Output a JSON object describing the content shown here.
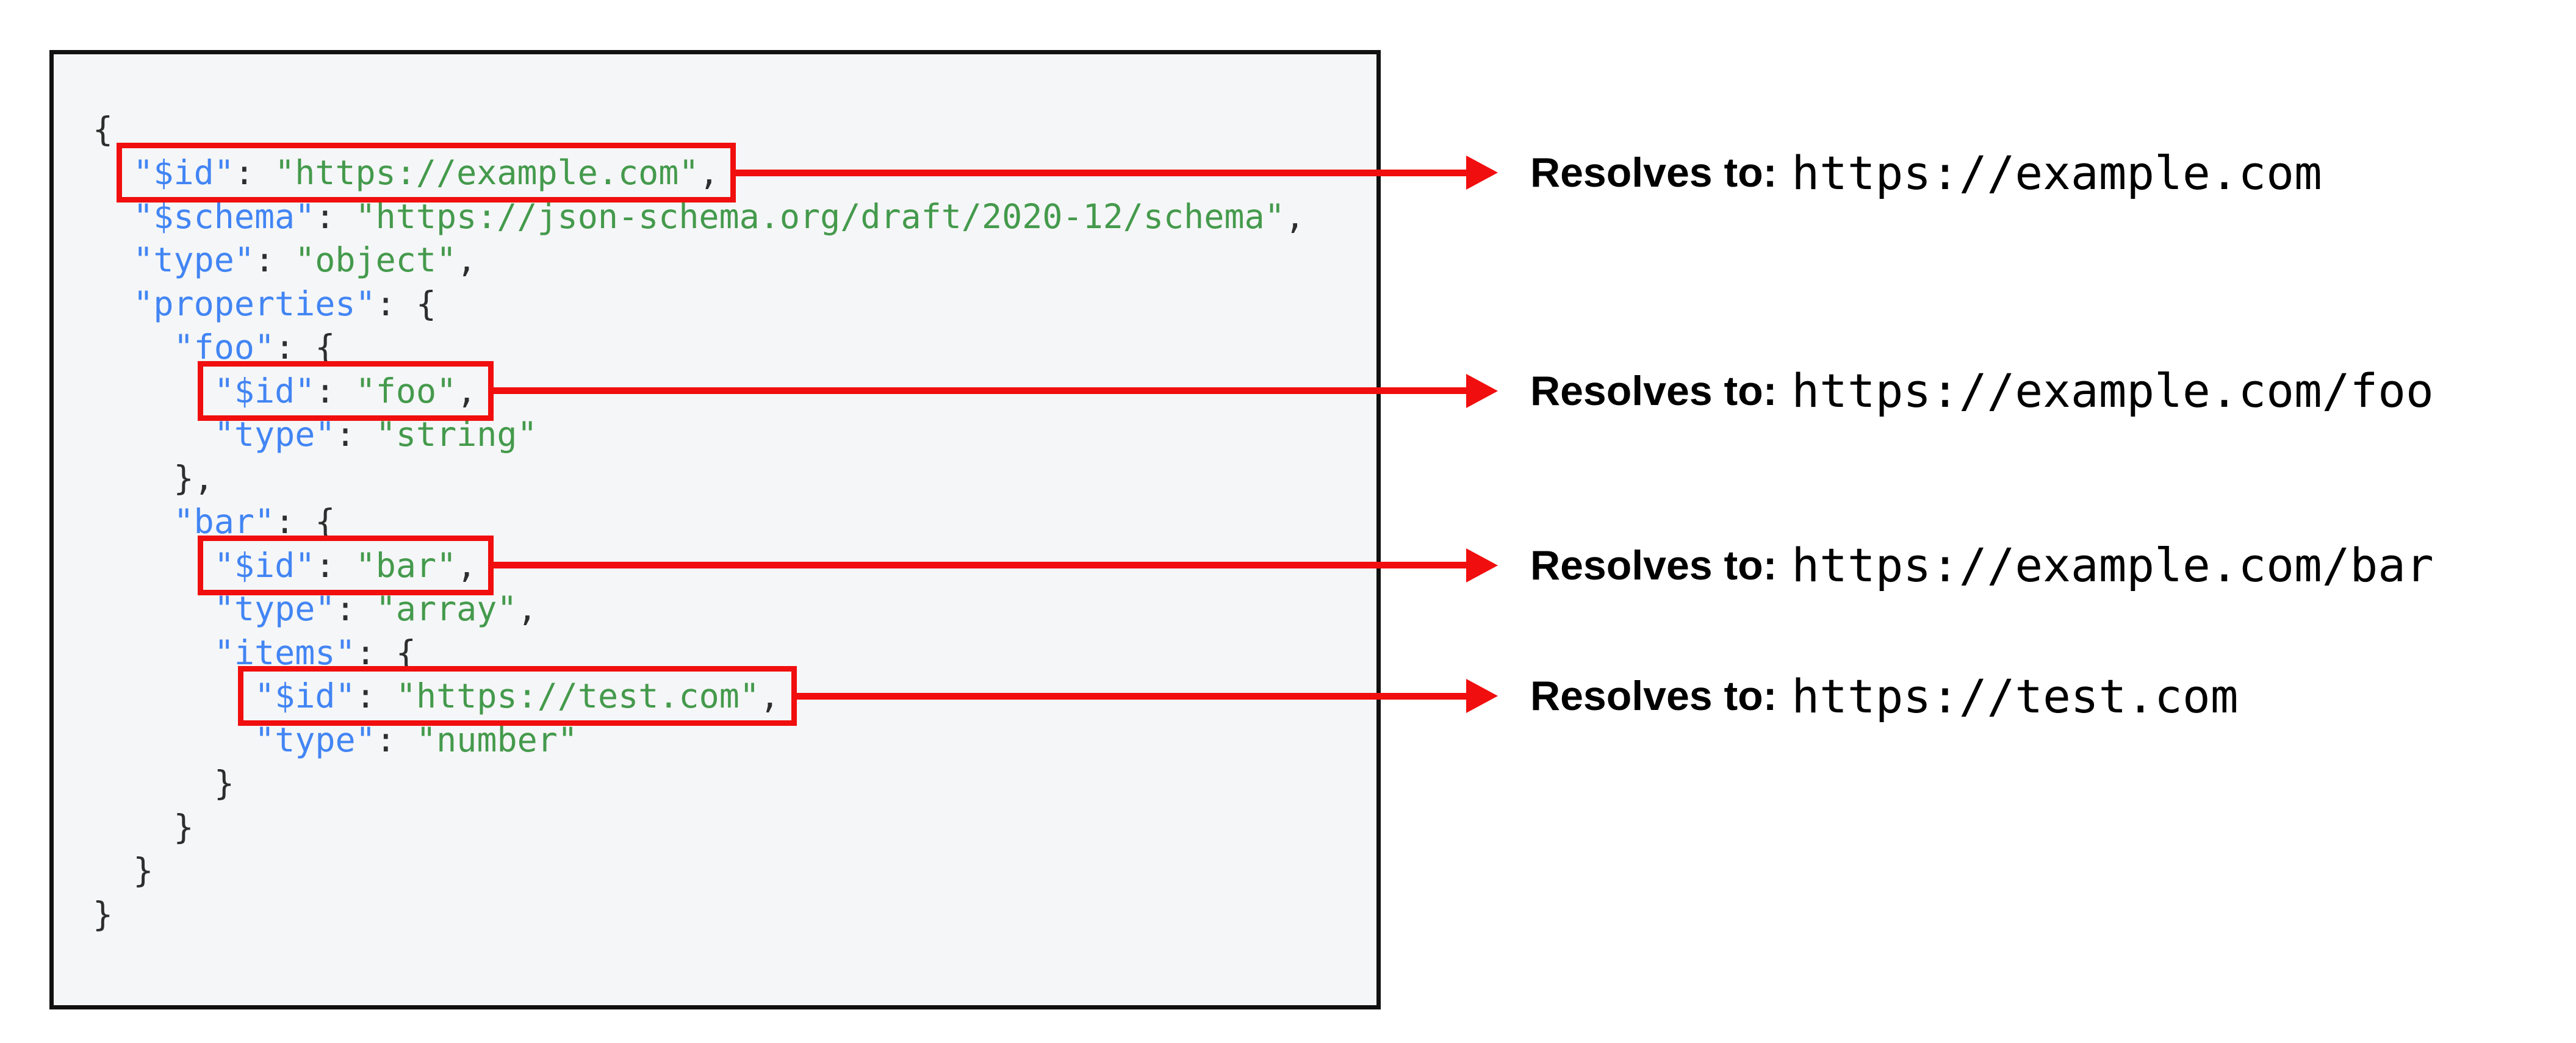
{
  "page": {
    "background": "#ffffff",
    "description_label": "JSON Schema $id resolution diagram"
  },
  "colors": {
    "key_blue": "#4285f4",
    "string_green": "#449a4c",
    "punct_dark": "#2e2e2e",
    "accent_red": "#f10e0e",
    "panel_bg": "#f5f6f7",
    "panel_border": "#111111",
    "annotation_text": "#000000"
  },
  "code_panel": {
    "language": "json",
    "lines": [
      {
        "indent": 0,
        "tokens": [
          {
            "c": "p",
            "t": "{"
          }
        ]
      },
      {
        "indent": 2,
        "tokens": [
          {
            "c": "key",
            "t": "\"$id\""
          },
          {
            "c": "p",
            "t": ": "
          },
          {
            "c": "str",
            "t": "\"https://example.com\""
          },
          {
            "c": "p",
            "t": ","
          }
        ]
      },
      {
        "indent": 2,
        "tokens": [
          {
            "c": "key",
            "t": "\"$schema\""
          },
          {
            "c": "p",
            "t": ": "
          },
          {
            "c": "str",
            "t": "\"https://json-schema.org/draft/2020-12/schema\""
          },
          {
            "c": "p",
            "t": ","
          }
        ]
      },
      {
        "indent": 2,
        "tokens": [
          {
            "c": "key",
            "t": "\"type\""
          },
          {
            "c": "p",
            "t": ": "
          },
          {
            "c": "str",
            "t": "\"object\""
          },
          {
            "c": "p",
            "t": ","
          }
        ]
      },
      {
        "indent": 2,
        "tokens": [
          {
            "c": "key",
            "t": "\"properties\""
          },
          {
            "c": "p",
            "t": ": {"
          }
        ]
      },
      {
        "indent": 4,
        "tokens": [
          {
            "c": "key",
            "t": "\"foo\""
          },
          {
            "c": "p",
            "t": ": {"
          }
        ]
      },
      {
        "indent": 6,
        "tokens": [
          {
            "c": "key",
            "t": "\"$id\""
          },
          {
            "c": "p",
            "t": ": "
          },
          {
            "c": "str",
            "t": "\"foo\""
          },
          {
            "c": "p",
            "t": ","
          }
        ]
      },
      {
        "indent": 6,
        "tokens": [
          {
            "c": "key",
            "t": "\"type\""
          },
          {
            "c": "p",
            "t": ": "
          },
          {
            "c": "str",
            "t": "\"string\""
          }
        ]
      },
      {
        "indent": 4,
        "tokens": [
          {
            "c": "p",
            "t": "},"
          }
        ]
      },
      {
        "indent": 4,
        "tokens": [
          {
            "c": "key",
            "t": "\"bar\""
          },
          {
            "c": "p",
            "t": ": {"
          }
        ]
      },
      {
        "indent": 6,
        "tokens": [
          {
            "c": "key",
            "t": "\"$id\""
          },
          {
            "c": "p",
            "t": ": "
          },
          {
            "c": "str",
            "t": "\"bar\""
          },
          {
            "c": "p",
            "t": ","
          }
        ]
      },
      {
        "indent": 6,
        "tokens": [
          {
            "c": "key",
            "t": "\"type\""
          },
          {
            "c": "p",
            "t": ": "
          },
          {
            "c": "str",
            "t": "\"array\""
          },
          {
            "c": "p",
            "t": ","
          }
        ]
      },
      {
        "indent": 6,
        "tokens": [
          {
            "c": "key",
            "t": "\"items\""
          },
          {
            "c": "p",
            "t": ": {"
          }
        ]
      },
      {
        "indent": 8,
        "tokens": [
          {
            "c": "key",
            "t": "\"$id\""
          },
          {
            "c": "p",
            "t": ": "
          },
          {
            "c": "str",
            "t": "\"https://test.com\""
          },
          {
            "c": "p",
            "t": ","
          }
        ]
      },
      {
        "indent": 8,
        "tokens": [
          {
            "c": "key",
            "t": "\"type\""
          },
          {
            "c": "p",
            "t": ": "
          },
          {
            "c": "str",
            "t": "\"number\""
          }
        ]
      },
      {
        "indent": 6,
        "tokens": [
          {
            "c": "p",
            "t": "}"
          }
        ]
      },
      {
        "indent": 4,
        "tokens": [
          {
            "c": "p",
            "t": "}"
          }
        ]
      },
      {
        "indent": 2,
        "tokens": [
          {
            "c": "p",
            "t": "}"
          }
        ]
      },
      {
        "indent": 0,
        "tokens": [
          {
            "c": "p",
            "t": "}"
          }
        ]
      }
    ]
  },
  "annotations": [
    {
      "line": 2,
      "label": "Resolves to:",
      "url": "https://example.com"
    },
    {
      "line": 7,
      "label": "Resolves to:",
      "url": "https://example.com/foo"
    },
    {
      "line": 11,
      "label": "Resolves to:",
      "url": "https://example.com/bar"
    },
    {
      "line": 14,
      "label": "Resolves to:",
      "url": "https://test.com"
    }
  ]
}
